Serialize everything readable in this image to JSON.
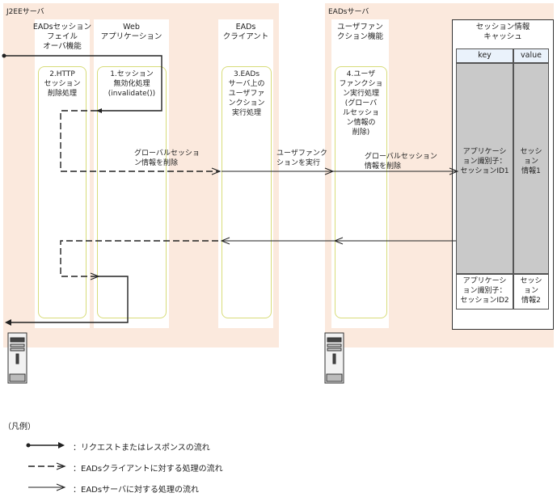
{
  "servers": {
    "j2ee_title": "J2EEサーバ",
    "eads_title": "EADsサーバ"
  },
  "columns": {
    "failover": "EADsセッション\nフェイル\nオーバ機能",
    "webapp": "Web\nアプリケーション",
    "eads_client": "EADs\nクライアント",
    "user_func": "ユーザファン\nクション機能",
    "cache": "セッション情報\nキャッシュ"
  },
  "processes": {
    "p1": "1.セッション\n無効化処理\n(invalidate())",
    "p2": "2.HTTP\nセッション\n削除処理",
    "p3": "3.EADs\nサーバ上の\nユーザファ\nンクション\n実行処理",
    "p4": "4.ユーザ\nファンクショ\nン実行処理\n(グローバ\nルセッショ\nン情報の\n削除)"
  },
  "cache_table": {
    "headers": [
      "key",
      "value"
    ],
    "rows": [
      {
        "key": "アプリケーシ\nョン識別子：\nセッションID1",
        "value": "セッシ\nョン\n情報1",
        "highlight": true
      },
      {
        "key": "アプリケーシ\nョン識別子：\nセッションID2",
        "value": "セッシ\nョン\n情報2",
        "highlight": false
      }
    ]
  },
  "flow_labels": {
    "delete_global_1": "グローバルセッショ\nン情報を削除",
    "run_user_func": "ユーザファンク\nションを実行",
    "delete_global_2": "グローバルセッション\n情報を削除"
  },
  "legend": {
    "title": "（凡例）",
    "items": [
      "：リクエストまたはレスポンスの流れ",
      "：EADsクライアントに対する処理の流れ",
      "：EADsサーバに対する処理の流れ"
    ]
  },
  "colors": {
    "server_bg": "#fbe9dd",
    "process_border": "#d8dc7a",
    "cache_header_bg": "#eaf2fb",
    "highlight_cell": "#c9c9c9"
  }
}
